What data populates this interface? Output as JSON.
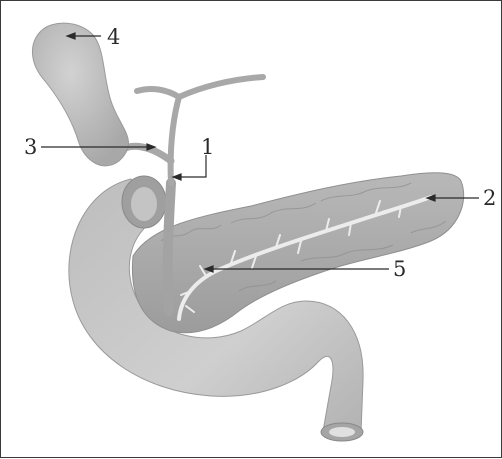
{
  "labels": {
    "l1": "1",
    "l2": "2",
    "l3": "3",
    "l4": "4",
    "l5": "5"
  },
  "colors": {
    "organ_light": "#c9c9c9",
    "organ_mid": "#a9a9a9",
    "organ_dark": "#8a8a8a",
    "duct": "#e6e6e6",
    "line": "#2a2a2a"
  }
}
